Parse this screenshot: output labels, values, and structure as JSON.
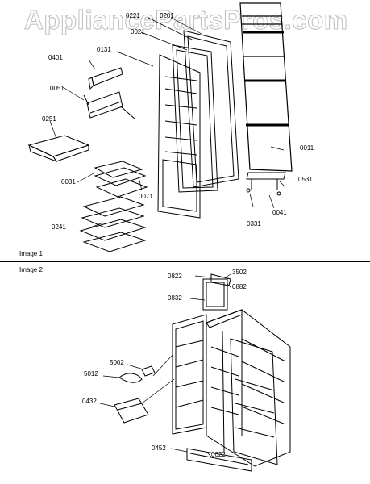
{
  "watermark": "AppliancePartsPros.com",
  "image1": {
    "label": "Image 1",
    "parts": [
      "0221",
      "0201",
      "0021",
      "0131",
      "0401",
      "0051",
      "0251",
      "0031",
      "0071",
      "0011",
      "0531",
      "0041",
      "0331",
      "0241"
    ]
  },
  "image2": {
    "label": "Image 2",
    "parts": [
      "0822",
      "3502",
      "0882",
      "0832",
      "5002",
      "5012",
      "0432",
      "0452",
      "0022"
    ]
  },
  "colors": {
    "line": "#000000",
    "watermark_stroke": "#bdbdbd",
    "background": "#ffffff"
  }
}
